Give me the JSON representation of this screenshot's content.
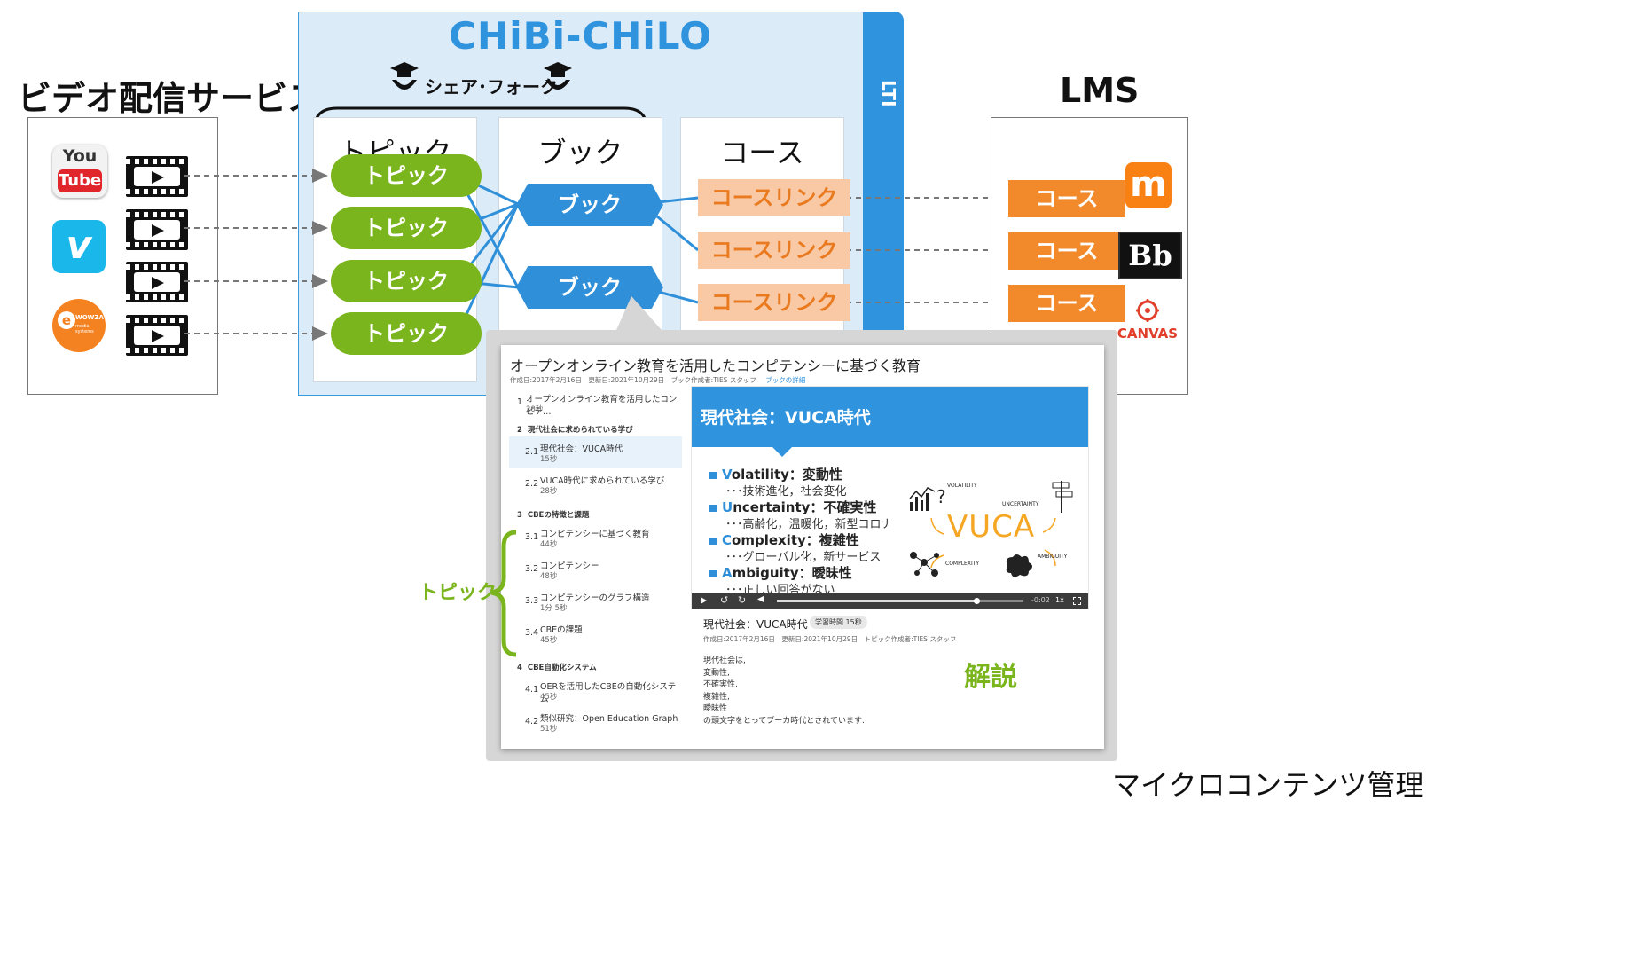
{
  "headings": {
    "video_service": "ビデオ配信サービス",
    "lms": "LMS",
    "app_title": "CHiBi-CHiLO",
    "share_fork": "シェア･フォーク",
    "lti": "LTI",
    "micro_content": "マイクロコンテンツ管理"
  },
  "video_services": [
    {
      "name": "YouTube",
      "line1": "You",
      "line2": "Tube"
    },
    {
      "name": "Vimeo",
      "glyph": "v"
    },
    {
      "name": "Wowza",
      "line1": "WOWZA",
      "line2": "media systems",
      "glyph": "e"
    }
  ],
  "columns": {
    "topic_header": "トピック",
    "book_header": "ブック",
    "course_header": "コース"
  },
  "topics": [
    "トピック",
    "トピック",
    "トピック",
    "トピック"
  ],
  "books": [
    "ブック",
    "ブック"
  ],
  "course_links": [
    "コースリンク",
    "コースリンク",
    "コースリンク"
  ],
  "lms_courses": [
    "コース",
    "コース",
    "コース"
  ],
  "lms_logos": {
    "moodle": "m",
    "blackboard": "Bb",
    "canvas": "CANVAS"
  },
  "colors": {
    "topic_green": "#7ab51d",
    "book_blue": "#2f8fd8",
    "course_orange": "#f28a2c",
    "course_link_bg": "#f8c9a4",
    "panel_bg": "#dbebf8"
  },
  "screenshot": {
    "title": "オープンオンライン教育を活用したコンピテンシーに基づく教育",
    "meta": "作成日:2017年2月16日　更新日:2021年10月29日　ブック作成者:TIES スタッフ",
    "meta_link": "ブックの詳細",
    "toc": [
      {
        "num": "1",
        "title": "オープンオンライン教育を活用したコンピテ…",
        "dur": "20秒"
      },
      {
        "num": "2",
        "title": "現代社会に求められている学び",
        "section": true
      },
      {
        "num": "2.1",
        "title": "現代社会：VUCA時代",
        "dur": "15秒",
        "active": true
      },
      {
        "num": "2.2",
        "title": "VUCA時代に求められている学び",
        "dur": "28秒"
      },
      {
        "num": "3",
        "title": "CBEの特徴と課題",
        "section": true
      },
      {
        "num": "3.1",
        "title": "コンピテンシーに基づく教育",
        "dur": "44秒"
      },
      {
        "num": "3.2",
        "title": "コンピテンシー",
        "dur": "48秒"
      },
      {
        "num": "3.3",
        "title": "コンピテンシーのグラフ構造",
        "dur": "1分 5秒"
      },
      {
        "num": "3.4",
        "title": "CBEの課題",
        "dur": "45秒"
      },
      {
        "num": "4",
        "title": "CBE自動化システム",
        "section": true
      },
      {
        "num": "4.1",
        "title": "OERを活用したCBEの自動化システム",
        "dur": "45秒"
      },
      {
        "num": "4.2",
        "title": "類似研究：Open Education Graph",
        "dur": "51秒"
      }
    ],
    "slide_title": "現代社会：VUCA時代",
    "bullets": [
      {
        "first": "V",
        "rest": "olatility：変動性",
        "sub": "･･･技術進化，社会変化"
      },
      {
        "first": "U",
        "rest": "ncertainty：不確実性",
        "sub": "･･･高齢化，温暖化，新型コロナ"
      },
      {
        "first": "C",
        "rest": "omplexity：複雑性",
        "sub": "･･･グローバル化，新サービス"
      },
      {
        "first": "A",
        "rest": "mbiguity：曖昧性",
        "sub": "･･･正しい回答がない"
      }
    ],
    "vuca_word": "VUCA",
    "vuca_labels": {
      "volatility": "VOLATILITY",
      "uncertainty": "UNCERTAINTY",
      "complexity": "COMPLEXITY",
      "ambiguity": "AMBIGUITY"
    },
    "player": {
      "time": "-0:02",
      "speed": "1x"
    },
    "topic_title": "現代社会：VUCA時代",
    "study_time": "学習時間 15秒",
    "topic_meta": "作成日:2017年2月16日　更新日:2021年10月29日　トピック作成者:TIES スタッフ",
    "description": [
      "現代社会は,",
      "変動性,",
      "不確実性,",
      "複雑性,",
      "曖昧性",
      "の頭文字をとってブーカ時代とされています."
    ]
  },
  "annotations": {
    "topic_label": "トピック",
    "explanation_label": "解説"
  }
}
